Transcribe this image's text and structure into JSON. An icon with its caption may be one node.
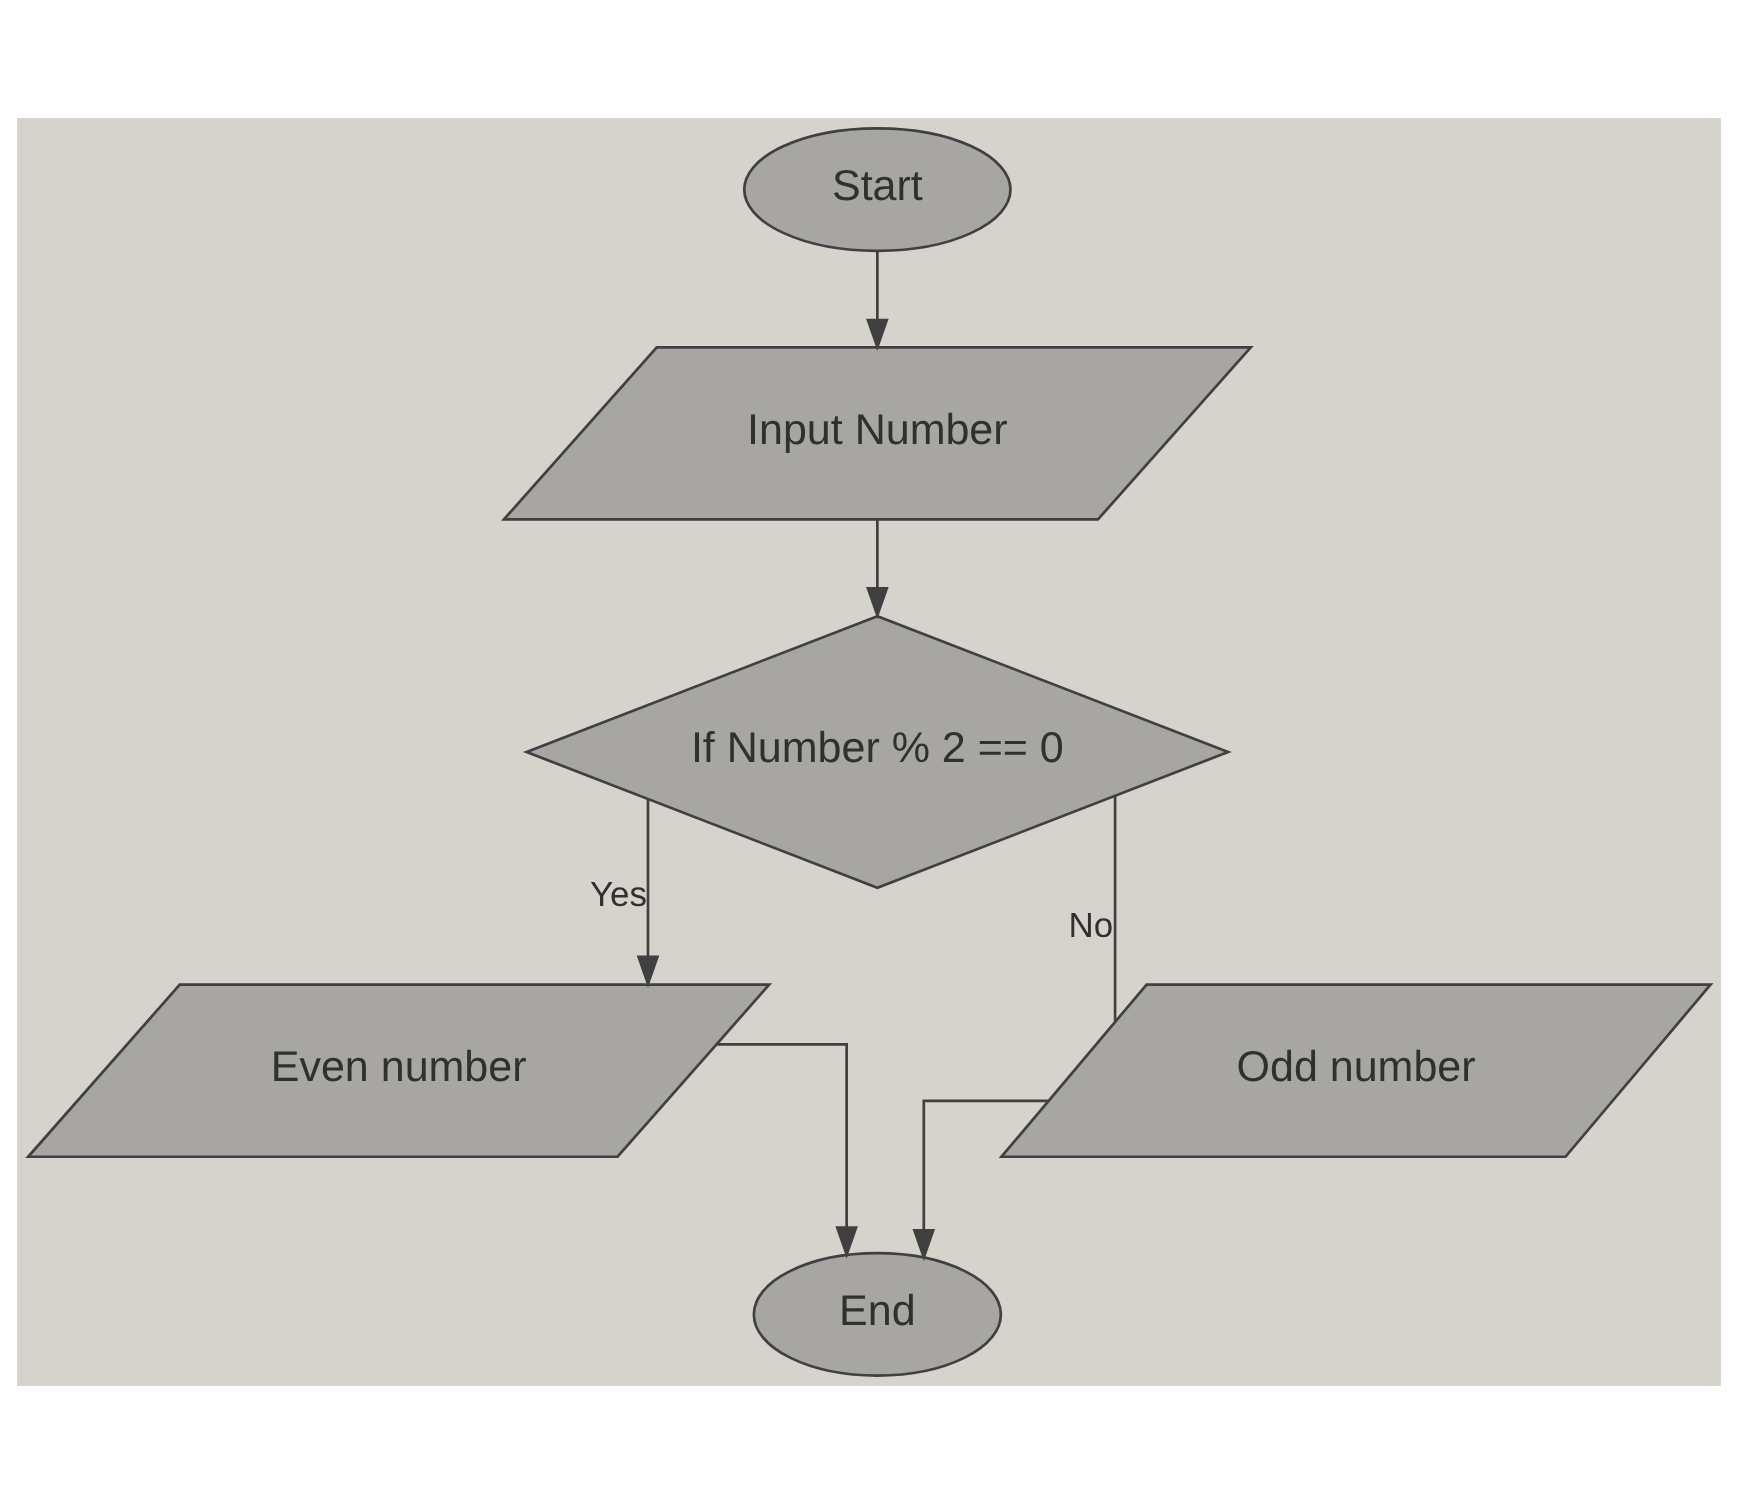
{
  "diagram": {
    "nodes": [
      {
        "text": [
          "Start"
        ]
      },
      {
        "text": [
          "Input Number"
        ]
      },
      {
        "text": [
          "If Number % 2 == 0"
        ]
      },
      {
        "text": [
          "Even number"
        ]
      },
      {
        "text": [
          "Odd number"
        ]
      },
      {
        "text": [
          "End"
        ]
      }
    ],
    "edges": [
      {
        "from": 0,
        "to": 1,
        "arrow": "to"
      },
      {
        "from": 1,
        "to": 2,
        "arrow": "to"
      },
      {
        "from": 2,
        "to": 3,
        "arrow": "to",
        "label": "Yes"
      },
      {
        "from": 2,
        "to": 4,
        "arrow": "none",
        "label": "No"
      },
      {
        "from": 3,
        "to": 5,
        "arrow": "to"
      },
      {
        "from": 4,
        "to": 5,
        "arrow": "to"
      }
    ]
  }
}
